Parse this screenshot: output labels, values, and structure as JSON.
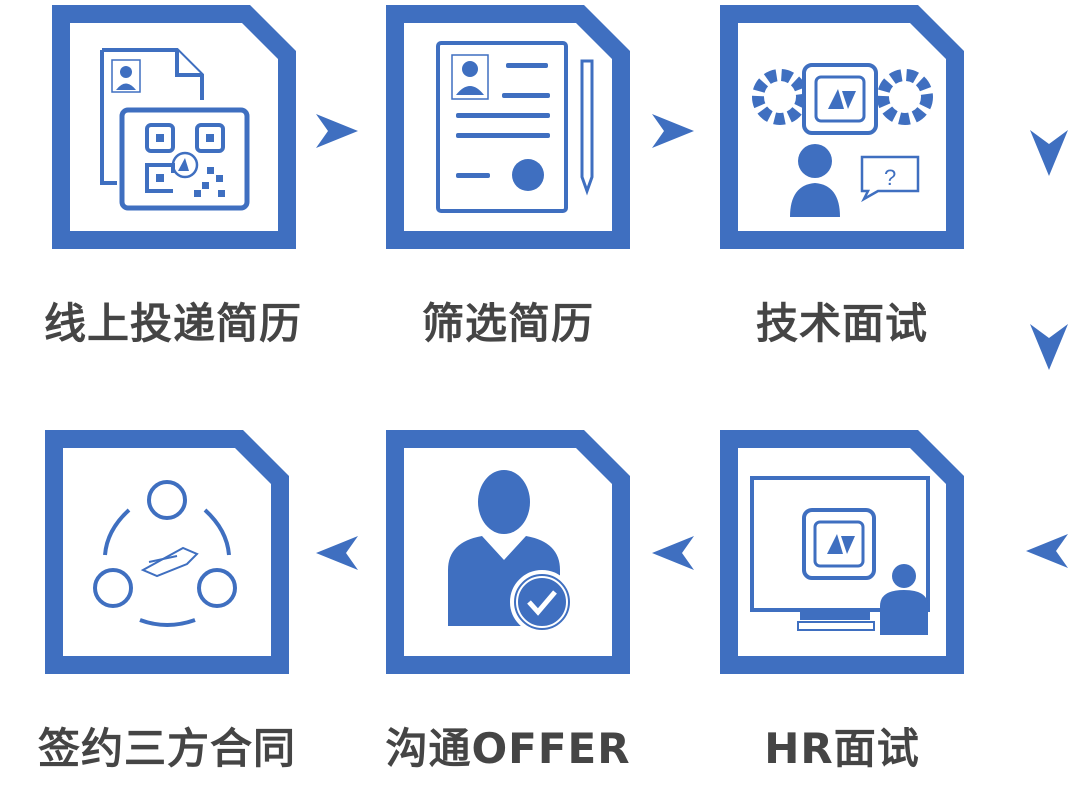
{
  "accent_color": "#3f6fc0",
  "text_color": "#454545",
  "steps": [
    {
      "label": "线上投递简历",
      "icon": "resume-qr-code-icon"
    },
    {
      "label": "筛选简历",
      "icon": "resume-document-pen-icon"
    },
    {
      "label": "技术面试",
      "icon": "technical-interview-gears-icon"
    },
    {
      "label": "HR面试",
      "icon": "hr-interview-monitor-icon"
    },
    {
      "label": "沟通OFFER",
      "icon": "person-checkmark-icon"
    },
    {
      "label": "签约三方合同",
      "icon": "tripartite-contract-signing-icon"
    }
  ]
}
